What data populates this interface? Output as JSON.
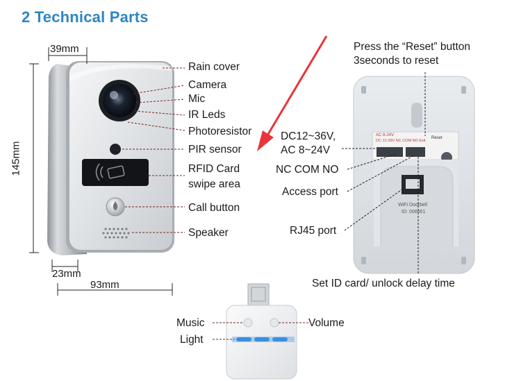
{
  "heading": "2 Technical Parts",
  "dimensions": {
    "depth": "39mm",
    "height": "145mm",
    "bottom_depth": "23mm",
    "width": "93mm"
  },
  "front_labels": {
    "rain_cover": "Rain cover",
    "camera": "Camera",
    "mic": "Mic",
    "ir_leds": "IR Leds",
    "photoresistor": "Photoresistor",
    "pir_sensor": "PIR sensor",
    "rfid_line1": "RFID Card",
    "rfid_line2": "swipe area",
    "call_button": "Call button",
    "speaker": "Speaker"
  },
  "back_labels": {
    "reset_line1": "Press the “Reset” button",
    "reset_line2": "3seconds to reset",
    "power_line1": "DC12~36V,",
    "power_line2": "AC 8~24V",
    "relay": "NC COM NO",
    "access_port": "Access port",
    "rj45_port": "RJ45 port",
    "id_card": "Set ID card/ unlock delay time"
  },
  "back_plate_text": {
    "terminal_small_1": "AC 8-24V",
    "terminal_small_2": "DC 12-36V  NC COM NO   Exit",
    "reset_small": "Reset",
    "model_line1": "WiFi Doorbell",
    "model_line2": "ID: 008661"
  },
  "chime_labels": {
    "music": "Music",
    "volume": "Volume",
    "light": "Light"
  },
  "colors": {
    "heading": "#2e86c1",
    "arrow": "#e8343a",
    "leader": "#7a2222",
    "chime_light": "#3b8fe0"
  }
}
